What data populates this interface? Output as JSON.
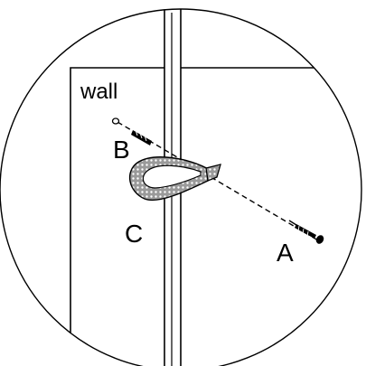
{
  "diagram": {
    "labels": {
      "wall": "wall",
      "a": "A",
      "b": "B",
      "c": "C"
    },
    "colors": {
      "line": "#000000",
      "strap_fill": "#9a9a9a",
      "strap_dots": "#ffffff",
      "background": "#ffffff"
    },
    "parts": [
      "wall",
      "furniture-panel",
      "screw-a",
      "anchor-b",
      "strap-c",
      "dashed-guide"
    ]
  }
}
